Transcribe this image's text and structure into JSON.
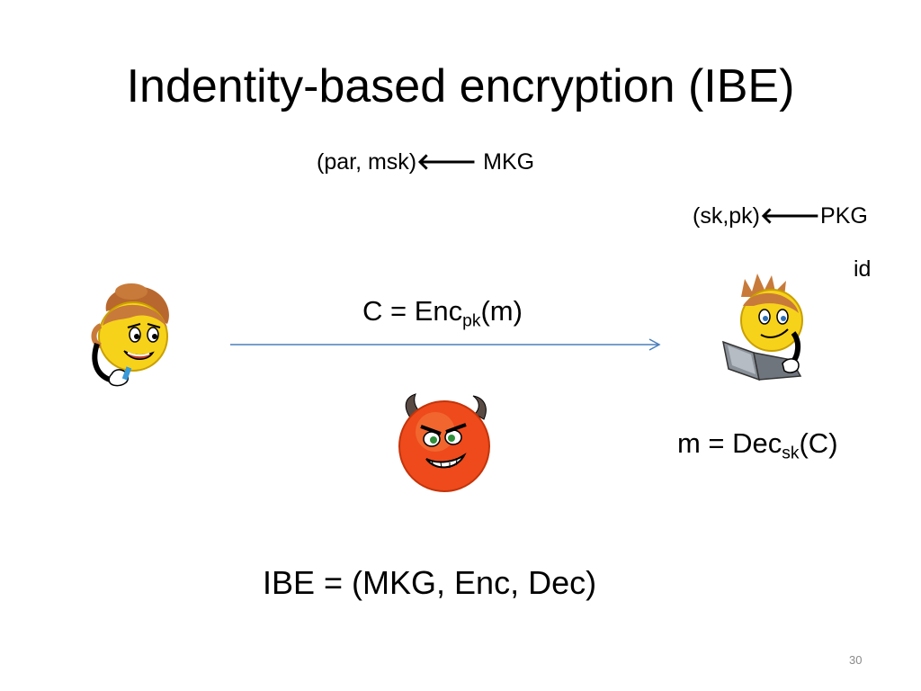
{
  "slide": {
    "title": "Indentity-based encryption (IBE)",
    "page_number": "30"
  },
  "labels": {
    "mkg": {
      "prefix": "(par, msk)",
      "arrow": "🡐",
      "suffix": " MKG"
    },
    "pkg": {
      "prefix": "(sk,pk)",
      "arrow": "🡐",
      "suffix": "PKG"
    },
    "id": "id",
    "encrypt": {
      "lhs": "C = Enc",
      "sub": "pk",
      "rhs": "(m)"
    },
    "decrypt": {
      "lhs": "m = Dec",
      "sub": "sk",
      "rhs": "(C)"
    },
    "scheme": "IBE = (MKG, Enc, Dec)"
  },
  "icons": {
    "sender": "alice-smiley-icon",
    "receiver": "bob-laptop-smiley-icon",
    "adversary": "devil-smiley-icon",
    "channel": "arrow-right-icon"
  },
  "colors": {
    "arrow": "#4a7ebb",
    "face_yellow": "#f7d21a",
    "devil_red": "#ee4a1c",
    "page_number": "#8a8a8a"
  }
}
